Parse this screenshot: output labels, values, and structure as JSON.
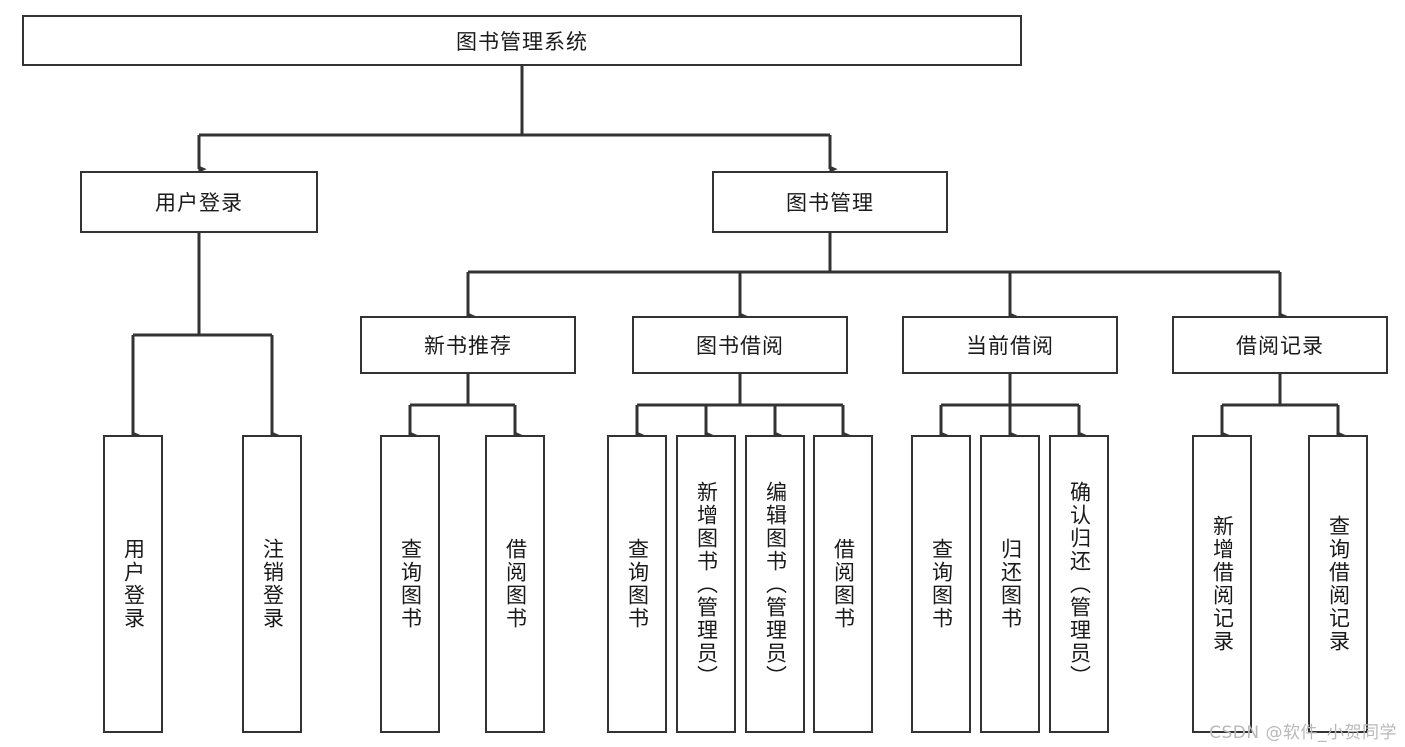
{
  "diagram": {
    "title": "图书管理系统",
    "watermark": "CSDN @软件_小贺同学",
    "line_color": "#333333",
    "box_fill": "#ffffff",
    "text_color": "#1a1a1a",
    "background": "#ffffff",
    "root": {
      "label": "图书管理系统"
    },
    "level2": [
      {
        "id": "user-login",
        "label": "用户登录"
      },
      {
        "id": "book-manage",
        "label": "图书管理"
      }
    ],
    "level3": [
      {
        "id": "new-book-recommend",
        "label": "新书推荐",
        "parent": "book-manage"
      },
      {
        "id": "book-borrow",
        "label": "图书借阅",
        "parent": "book-manage"
      },
      {
        "id": "current-borrow",
        "label": "当前借阅",
        "parent": "book-manage"
      },
      {
        "id": "borrow-record",
        "label": "借阅记录",
        "parent": "book-manage"
      }
    ],
    "leaves": [
      {
        "id": "leaf-user-login",
        "label": "用户登录",
        "parent": "user-login"
      },
      {
        "id": "leaf-user-logout",
        "label": "注销登录",
        "parent": "user-login"
      },
      {
        "id": "leaf-recommend-query",
        "label": "查询图书",
        "parent": "new-book-recommend"
      },
      {
        "id": "leaf-recommend-borrow",
        "label": "借阅图书",
        "parent": "new-book-recommend"
      },
      {
        "id": "leaf-borrow-query",
        "label": "查询图书",
        "parent": "book-borrow"
      },
      {
        "id": "leaf-borrow-add",
        "label": "新增图书（管理员）",
        "parent": "book-borrow"
      },
      {
        "id": "leaf-borrow-edit",
        "label": "编辑图书（管理员）",
        "parent": "book-borrow"
      },
      {
        "id": "leaf-borrow-lend",
        "label": "借阅图书",
        "parent": "book-borrow"
      },
      {
        "id": "leaf-current-query",
        "label": "查询图书",
        "parent": "current-borrow"
      },
      {
        "id": "leaf-current-return",
        "label": "归还图书",
        "parent": "current-borrow"
      },
      {
        "id": "leaf-current-confirm",
        "label": "确认归还（管理员）",
        "parent": "current-borrow"
      },
      {
        "id": "leaf-record-add",
        "label": "新增借阅记录",
        "parent": "borrow-record"
      },
      {
        "id": "leaf-record-query",
        "label": "查询借阅记录",
        "parent": "borrow-record"
      }
    ]
  }
}
